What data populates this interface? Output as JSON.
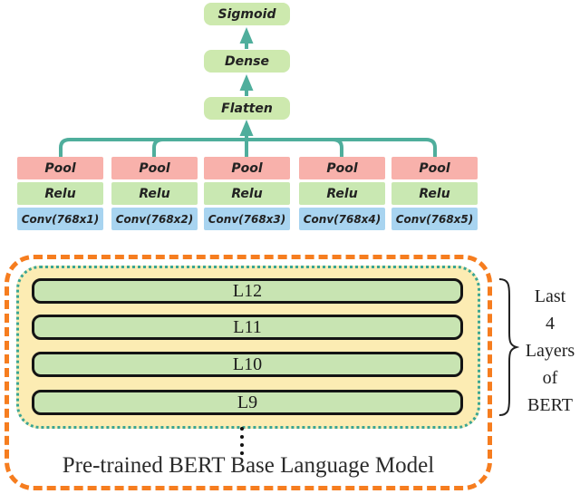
{
  "colors": {
    "head_box_green": "#cde9ae",
    "pool_pink": "#f8b1ab",
    "relu_green": "#c9e8b2",
    "conv_blue": "#a8d4f0",
    "arrow_teal": "#4fae9c",
    "dashed_border_orange": "#f67d1f",
    "panel_yellow": "#fcecb3",
    "dotted_border_teal": "#3aa593",
    "layer_bar_green": "#c8e4b2",
    "text_dark": "#222222"
  },
  "head_stack": {
    "boxes": [
      {
        "label": "Sigmoid"
      },
      {
        "label": "Dense"
      },
      {
        "label": "Flatten"
      }
    ]
  },
  "conv_columns": [
    {
      "pool": "Pool",
      "relu": "Relu",
      "conv": "Conv(768x1)"
    },
    {
      "pool": "Pool",
      "relu": "Relu",
      "conv": "Conv(768x2)"
    },
    {
      "pool": "Pool",
      "relu": "Relu",
      "conv": "Conv(768x3)"
    },
    {
      "pool": "Pool",
      "relu": "Relu",
      "conv": "Conv(768x4)"
    },
    {
      "pool": "Pool",
      "relu": "Relu",
      "conv": "Conv(768x5)"
    }
  ],
  "bert_panel": {
    "layers": [
      "L12",
      "L11",
      "L10",
      "L9"
    ],
    "caption": "Pre-trained BERT Base Language Model"
  },
  "brace_annotation": {
    "lines": [
      "Last",
      "4",
      "Layers",
      "of",
      "BERT"
    ]
  }
}
